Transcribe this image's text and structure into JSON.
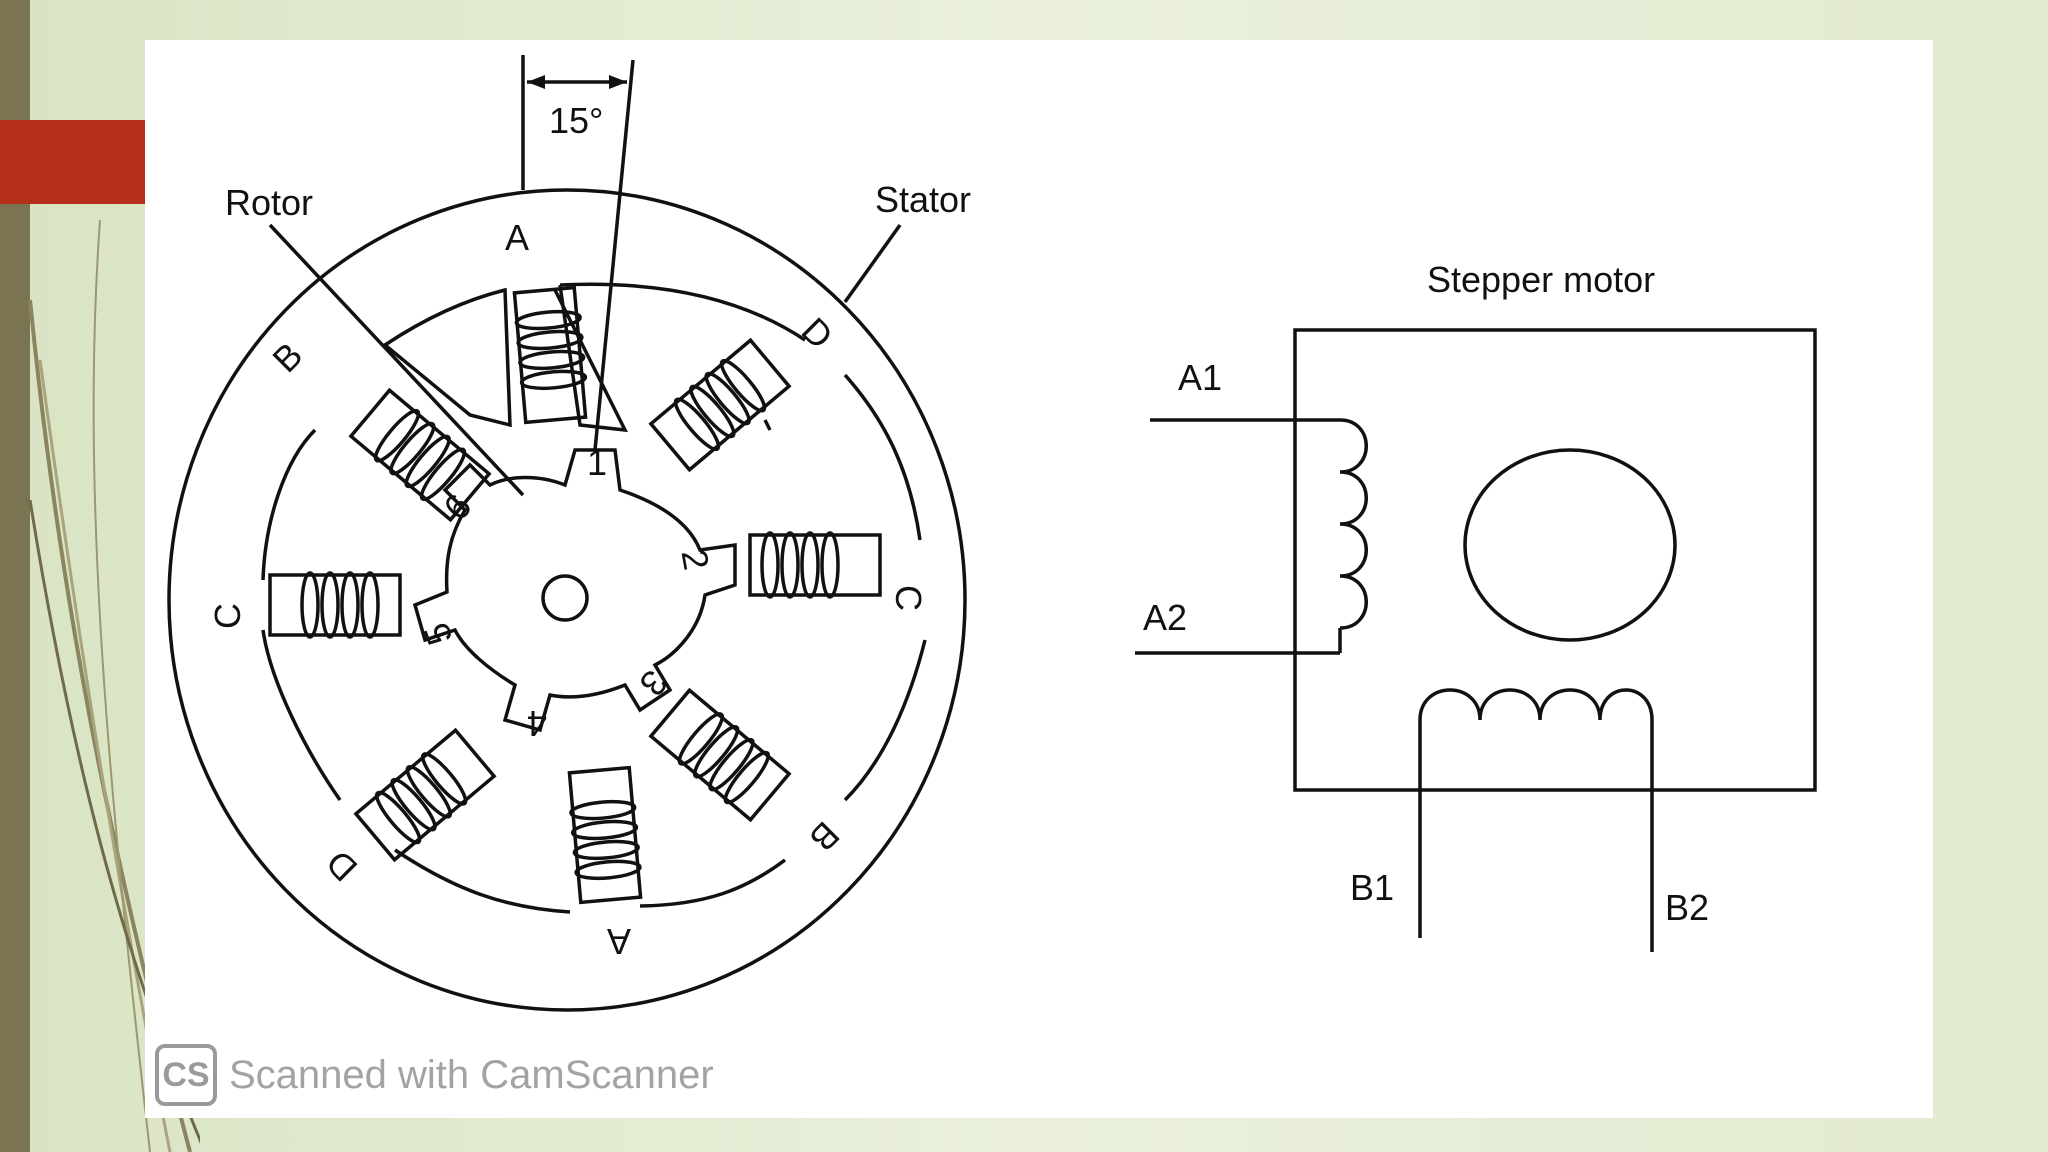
{
  "motor_diagram": {
    "angle_label": "15°",
    "rotor_label": "Rotor",
    "stator_label": "Stator",
    "pole_labels": [
      "A",
      "D",
      "C",
      "B",
      "A",
      "D",
      "C",
      "B"
    ],
    "rotor_teeth": [
      "1",
      "2",
      "3",
      "4",
      "5",
      "6"
    ]
  },
  "schematic": {
    "title": "Stepper motor",
    "terminal_a1": "A1",
    "terminal_a2": "A2",
    "terminal_b1": "B1",
    "terminal_b2": "B2"
  },
  "watermark": {
    "logo": "CS",
    "text": "Scanned with CamScanner"
  },
  "colors": {
    "background": "#e3ebd2",
    "left_bar": "#7a7452",
    "accent_tab": "#b5301b",
    "slide": "#ffffff"
  }
}
